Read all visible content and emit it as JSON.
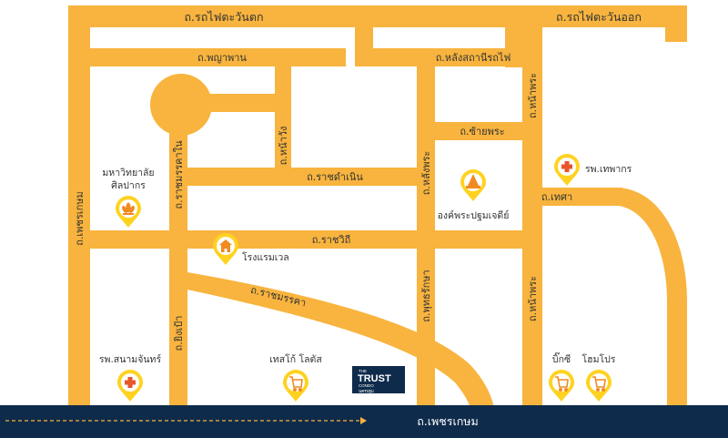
{
  "colors": {
    "road": "#F8B43E",
    "road_edge": "#F8B43E",
    "main_road": "#0E2B4B",
    "pin": "#FFD21F",
    "pin_inner": "#FFFFFF",
    "icon_orange": "#F18A21",
    "arrow": "#F8B43E"
  },
  "roads": {
    "rot_fai_west": "ถ.รถไฟตะวันตก",
    "rot_fai_east": "ถ.รถไฟตะวันออก",
    "phaya_phan": "ถ.พญาพาน",
    "lang_sathani": "ถ.หลังสถานีรถไฟ",
    "na_phra_top": "ถ.หน้าพระ",
    "na_wang": "ถ.หน้าวัง",
    "ratcha_dam_noen": "ถ.ราชดำเนิน",
    "ratchawithi": "ถ.ราชวิถี",
    "sai_phra": "ถ.ซ้ายพระ",
    "lang_phra": "ถ.หลังพระ",
    "thesa": "ถ.เทศา",
    "phetkasem_left": "ถ.เพชรเกษม",
    "ratchamankha": "ถ.ราชมรรคา",
    "ratchadamnoen_v": "ถ.ราชมรรคาใน",
    "thessaban": "ถ.ยิงเป้า",
    "phutthaksa": "ถ.พุทธรักษา",
    "na_phra_bottom": "ถ.หน้าพระ",
    "main_road": "ถ.เพชรเกษม"
  },
  "places": {
    "silpakorn": [
      "มหาวิทยาลัย",
      "ศิลปากร"
    ],
    "hotel": "โรงแรมเวล",
    "phra_pathom": "องค์พระปฐมเจดีย์",
    "thephakon": "รพ.เทพากร",
    "sanam_chan": "รพ.สนามจันทร์",
    "tesco": "เทสโก้ โลตัส",
    "big_c": "บิ๊กซี",
    "homepro": "โฮมโปร"
  },
  "project": {
    "small": "THE",
    "name": "TRUST",
    "sub": "CONDO",
    "thai": "นครปฐม"
  }
}
